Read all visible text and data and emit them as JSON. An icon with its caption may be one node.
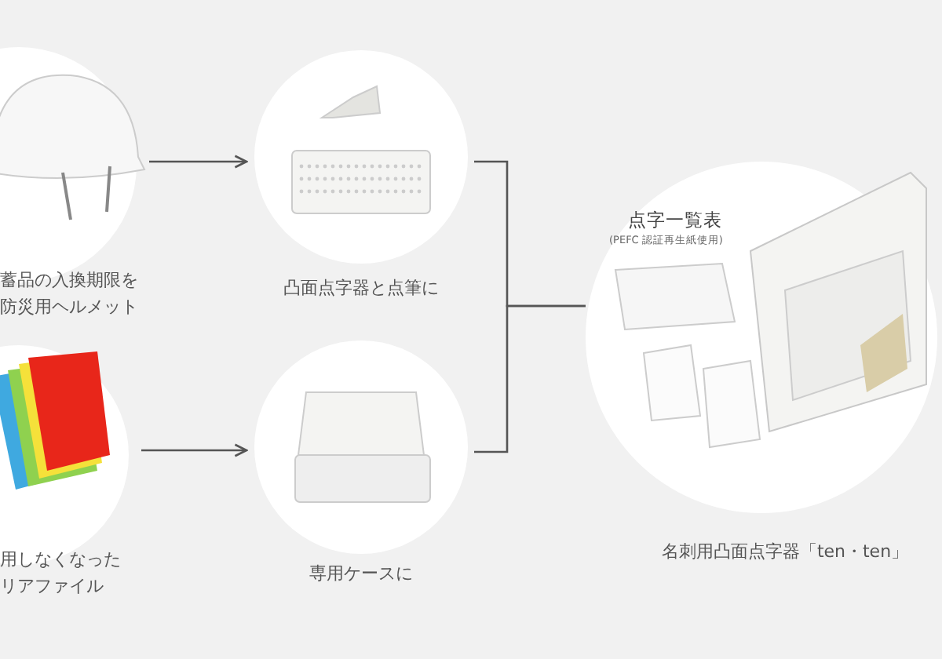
{
  "diagram": {
    "nodes": [
      {
        "text": [
          "蓄品の入換期限を防災用ヘルメット"
        ]
      },
      {
        "text": [
          "用しなくなったリアファイル"
        ]
      },
      {
        "text": [
          "凸面点字器と点筆に"
        ]
      },
      {
        "text": [
          "専用ケースに"
        ]
      },
      {
        "text": [
          "名刺用凸面点字器「ten・ten」"
        ]
      }
    ],
    "edges": [
      {
        "from": 0,
        "to": 2,
        "arrow": "to"
      },
      {
        "from": 1,
        "to": 3,
        "arrow": "to"
      },
      {
        "from": 2,
        "to": 4,
        "arrow": "none"
      },
      {
        "from": 3,
        "to": 4,
        "arrow": "none"
      }
    ],
    "labels": [
      "点字一覧表",
      "(PEFC 認証再生紙使用)"
    ]
  }
}
